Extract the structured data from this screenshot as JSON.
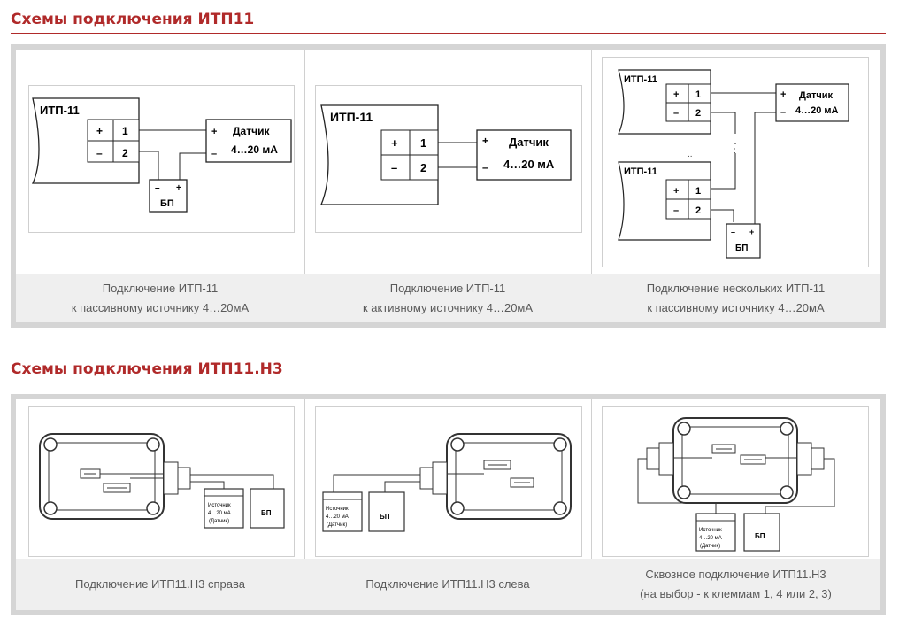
{
  "sections": [
    {
      "title": "Схемы подключения ИТП11",
      "items": [
        {
          "caption_lines": [
            "Подключение ИТП-11",
            "к пассивному источнику 4…20мА"
          ],
          "labels": {
            "device": "ИТП-11",
            "plus": "+",
            "minus": "–",
            "t1": "1",
            "t2": "2",
            "sensor": "Датчик",
            "range": "4…20 мА",
            "psu": "БП"
          }
        },
        {
          "caption_lines": [
            "Подключение ИТП-11",
            "к активному источнику 4…20мА"
          ],
          "labels": {
            "device": "ИТП-11",
            "plus": "+",
            "minus": "–",
            "t1": "1",
            "t2": "2",
            "sensor": "Датчик",
            "range": "4…20 мА"
          }
        },
        {
          "caption_lines": [
            "Подключение нескольких ИТП-11",
            "к пассивному источнику 4…20мА"
          ],
          "labels": {
            "device1": "ИТП-11",
            "device2": "ИТП-11",
            "plus": "+",
            "minus": "–",
            "t1": "1",
            "t2": "2",
            "sensor": "Датчик",
            "range": "4…20 мА",
            "psu": "БП"
          }
        }
      ]
    },
    {
      "title": "Схемы подключения ИТП11.Н3",
      "items": [
        {
          "caption_lines": [
            "Подключение ИТП11.Н3 справа"
          ],
          "labels": {
            "source": "Источник",
            "range": "4…20 мА",
            "sensor": "(Датчик)",
            "psu": "БП"
          }
        },
        {
          "caption_lines": [
            "Подключение ИТП11.Н3 слева"
          ],
          "labels": {
            "source": "Источник",
            "range": "4…20 мА",
            "sensor": "(Датчик)",
            "psu": "БП"
          }
        },
        {
          "caption_lines": [
            "Сквозное подключение ИТП11.Н3",
            "(на выбор - к клеммам 1, 4 или 2, 3)"
          ],
          "labels": {
            "source": "Источник",
            "range": "4…20 мА",
            "sensor": "(Датчик)",
            "psu": "БП"
          }
        }
      ]
    }
  ]
}
